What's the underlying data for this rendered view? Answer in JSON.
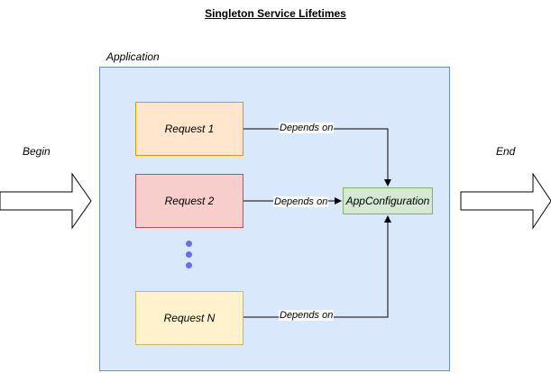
{
  "title": "Singleton Service Lifetimes",
  "container_label": "Application",
  "begin_label": "Begin",
  "end_label": "End",
  "nodes": {
    "request_1": "Request 1",
    "request_2": "Request 2",
    "request_n": "Request N",
    "app_configuration": "AppConfiguration"
  },
  "edges": [
    {
      "from": "Request 1",
      "to": "AppConfiguration",
      "label": "Depends on"
    },
    {
      "from": "Request 2",
      "to": "AppConfiguration",
      "label": "Depends on"
    },
    {
      "from": "Request N",
      "to": "AppConfiguration",
      "label": "Depends on"
    }
  ],
  "colors": {
    "container_fill": "#dae8fc",
    "container_stroke": "#6c8ebf",
    "request_1_fill": "#ffe6cc",
    "request_2_fill": "#f8cecc",
    "request_n_fill": "#fff2cc",
    "app_configuration_fill": "#d5e8d4",
    "ellipsis_dots": "#6b6bf0"
  }
}
